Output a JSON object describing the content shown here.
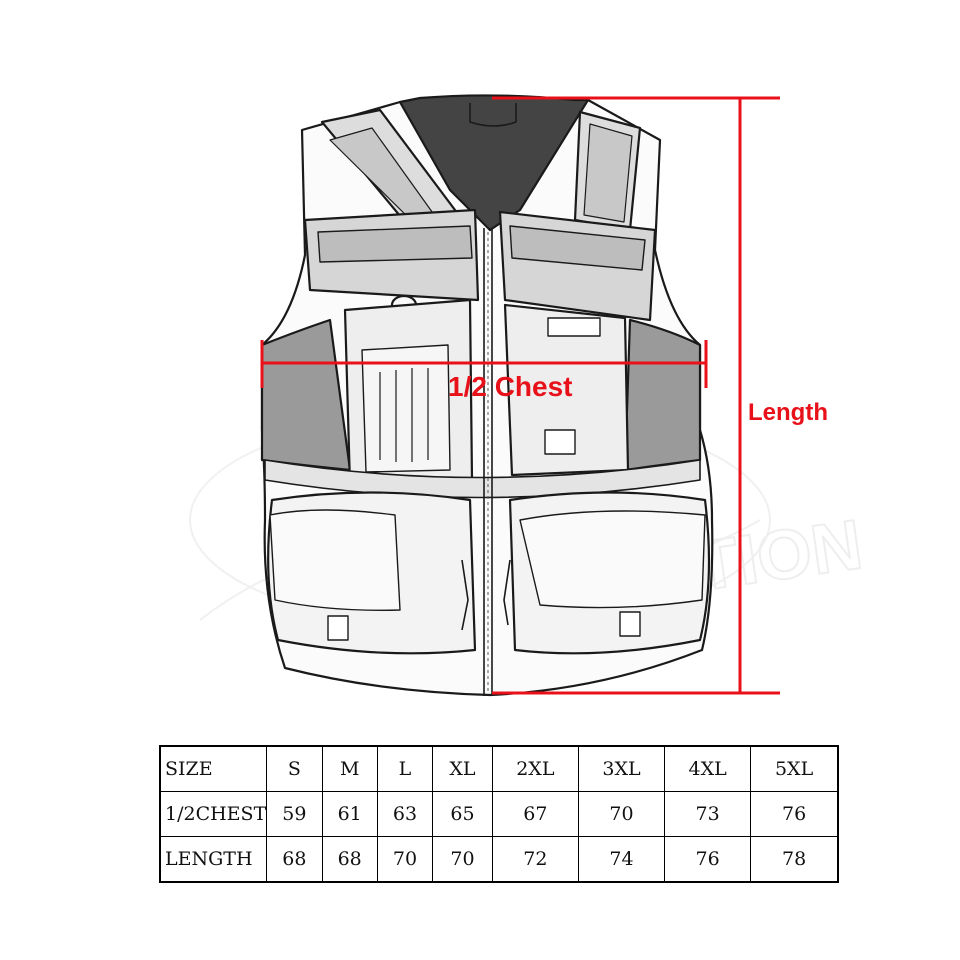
{
  "diagram": {
    "chest_label": "1/2 Chest",
    "length_label": "Length",
    "accent_color": "#e8111a",
    "watermark_text": "COLLECTION"
  },
  "size_table": {
    "headers": [
      "SIZE",
      "S",
      "M",
      "L",
      "XL",
      "2XL",
      "3XL",
      "4XL",
      "5XL"
    ],
    "rows": [
      {
        "label": "1/2CHEST",
        "values": [
          "59",
          "61",
          "63",
          "65",
          "67",
          "70",
          "73",
          "76"
        ]
      },
      {
        "label": "LENGTH",
        "values": [
          "68",
          "68",
          "70",
          "70",
          "72",
          "74",
          "76",
          "78"
        ]
      }
    ]
  }
}
